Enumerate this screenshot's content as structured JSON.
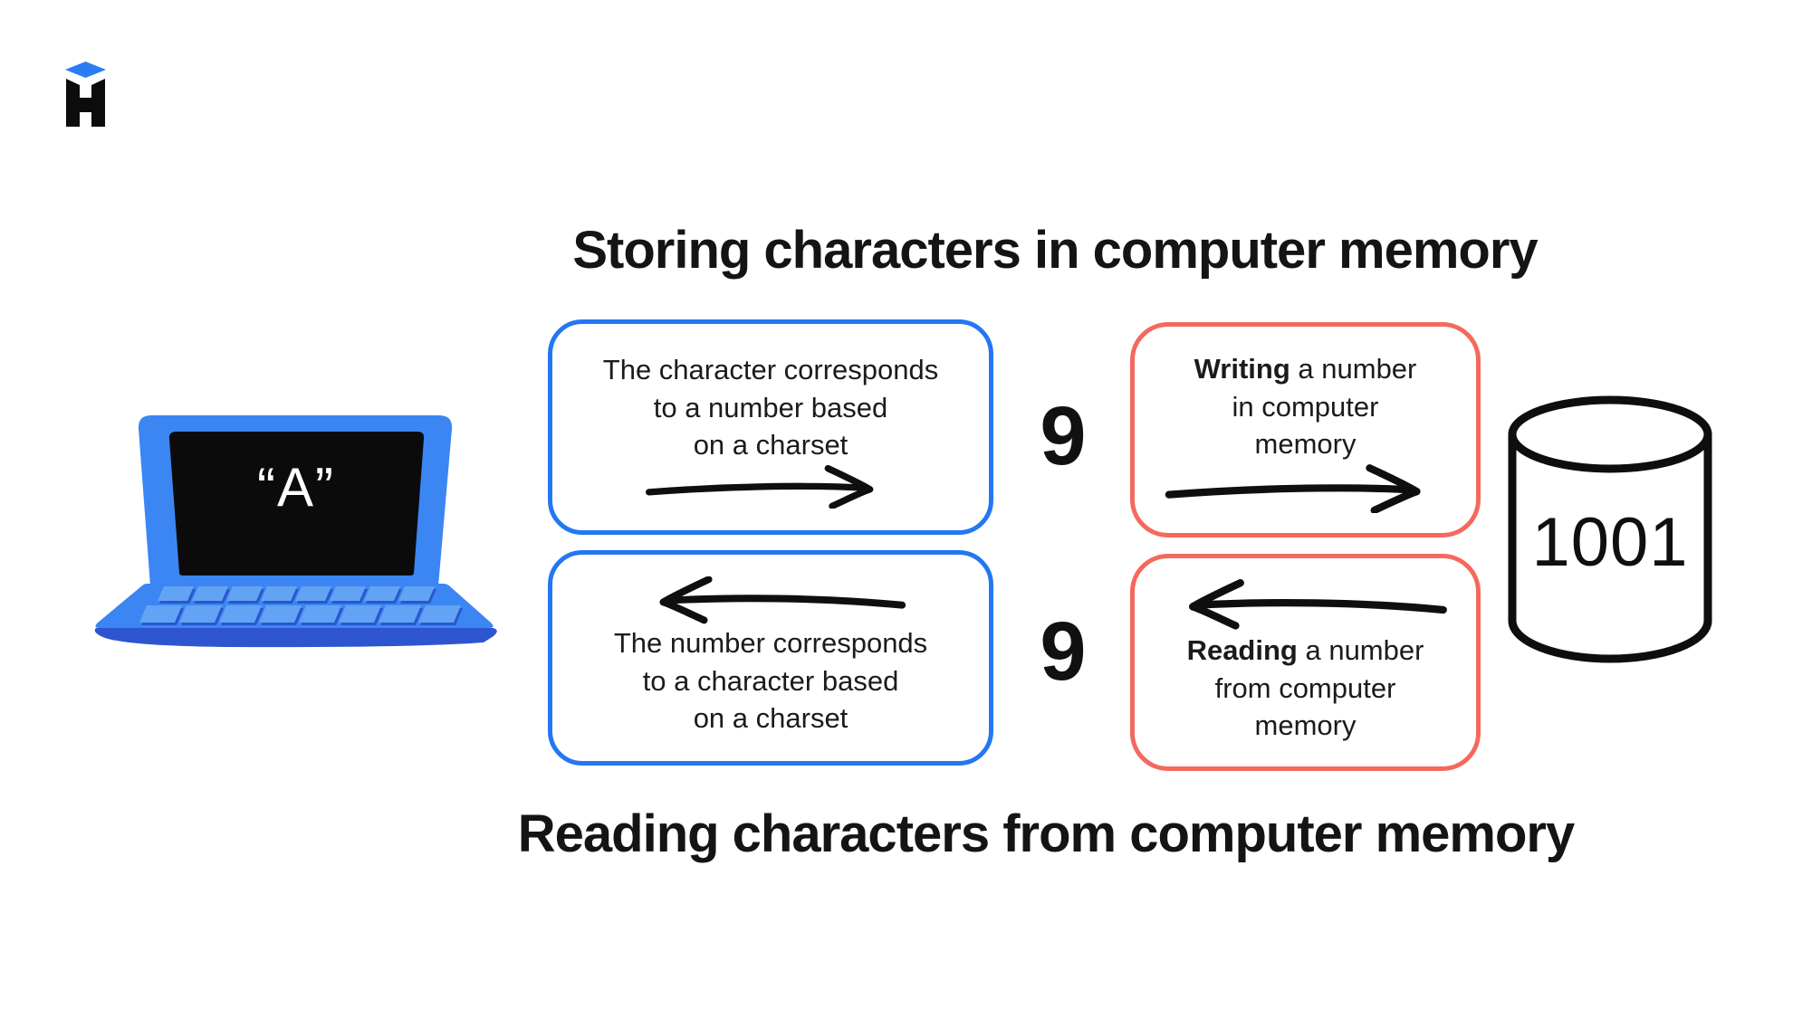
{
  "titles": {
    "top": "Storing characters in computer memory",
    "bottom": "Reading characters from computer memory"
  },
  "logo": {
    "brand": "hyperskill",
    "letter": "H",
    "diamond_color": "#2b7bf3"
  },
  "laptop": {
    "screen_label": "“A”"
  },
  "flow": {
    "char_to_num": {
      "lines": [
        "The character corresponds",
        "to a number based",
        "on a charset"
      ],
      "arrow_direction": "right",
      "border_color": "#2377f2"
    },
    "number_top": "9",
    "writing": {
      "bold": "Writing",
      "line1_rest": " a number",
      "line2": "in computer",
      "line3": "memory",
      "arrow_direction": "right",
      "border_color": "#f4695e"
    },
    "memory_value": "1001",
    "num_to_char": {
      "lines": [
        "The number corresponds",
        "to a character based",
        "on a charset"
      ],
      "arrow_direction": "left",
      "border_color": "#2377f2"
    },
    "number_bottom": "9",
    "reading": {
      "bold": "Reading",
      "line1_rest": " a number",
      "line2": "from computer",
      "line3": "memory",
      "arrow_direction": "left",
      "border_color": "#f4695e"
    }
  },
  "colors": {
    "blue_border": "#2377f2",
    "red_border": "#f4695e",
    "ink": "#141414",
    "laptop_blue": "#3b86f3",
    "laptop_key": "#63a3f4",
    "laptop_key_shadow": "#2a57c9",
    "laptop_base": "#2e55d0",
    "screen_black": "#0b0b0b",
    "background": "#ffffff"
  }
}
